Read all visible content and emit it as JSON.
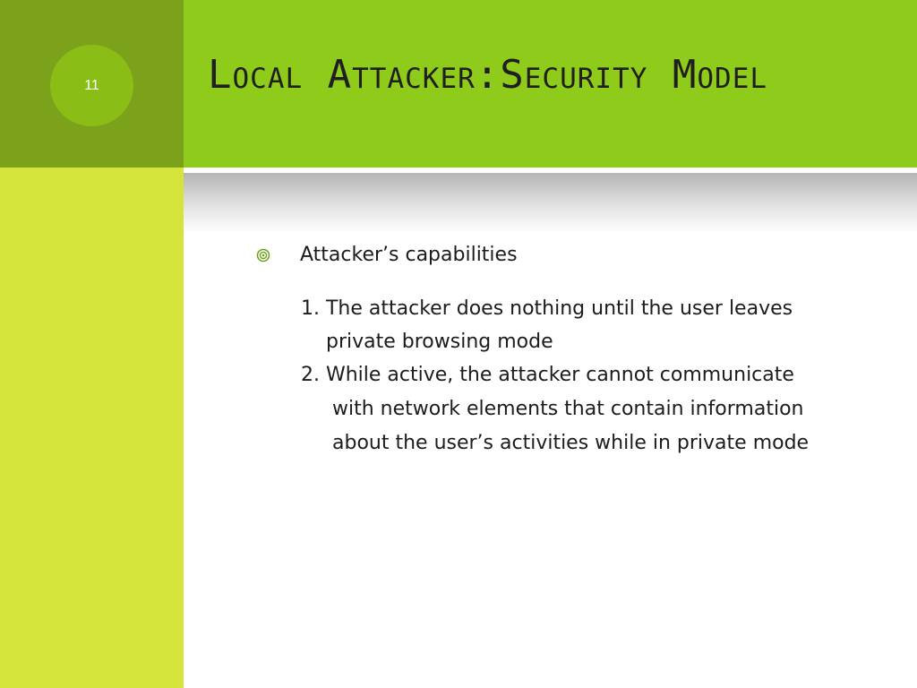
{
  "slide": {
    "number": "11",
    "title": "Local Attacker:Security Model"
  },
  "content": {
    "bullet_icon": "circle-bullet-icon",
    "bullet_text": "Attacker’s capabilities",
    "items": [
      {
        "line1": "1. The attacker does nothing until the user leaves",
        "line2": "private browsing mode"
      },
      {
        "line1": "2. While active, the attacker cannot communicate",
        "line2": "with network elements that contain information",
        "line3": "about the user’s activities while in private mode"
      }
    ]
  },
  "colors": {
    "left_strip": "#d4e43a",
    "left_header": "#7ba21a",
    "title_band": "#8fcb1a",
    "number_circle": "#8bbd17"
  }
}
